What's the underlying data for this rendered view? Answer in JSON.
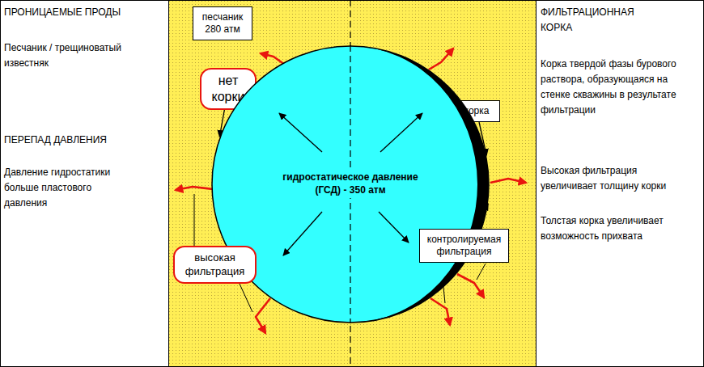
{
  "diagram": {
    "nodes": [
      {
        "text": [
          "песчаник 280 атм"
        ]
      },
      {
        "text": [
          "нет корки"
        ]
      },
      {
        "text": [
          "корка"
        ]
      },
      {
        "text": [
          "гидростатическое давление (ГСД) - 350 атм"
        ]
      },
      {
        "text": [
          "контролируемая фильтрация"
        ]
      },
      {
        "text": [
          "высокая фильтрация"
        ]
      }
    ],
    "edges": [
      {
        "from": 1,
        "to": 3,
        "arrow": "to"
      },
      {
        "from": 2,
        "to": 3,
        "arrow": "to"
      },
      {
        "from": 4,
        "to": 3,
        "arrow": "to"
      }
    ],
    "labels": [
      "ПРОНИЦАЕМЫЕ ПРОДЫ",
      "Песчаник / трещиноватый известняк",
      "ПЕРЕПАД ДАВЛЕНИЯ",
      "Давление гидростатики больше пластового давления",
      "ФИЛЬТРАЦИОННАЯ КОРКА",
      "Корка твердой фазы бурового раствора, образующаяся на стенке скважины в результате фильтрации",
      "Высокая фильтрация увеличивает толщину корки",
      "Толстая корка увеличивает возможность прихвата"
    ]
  }
}
